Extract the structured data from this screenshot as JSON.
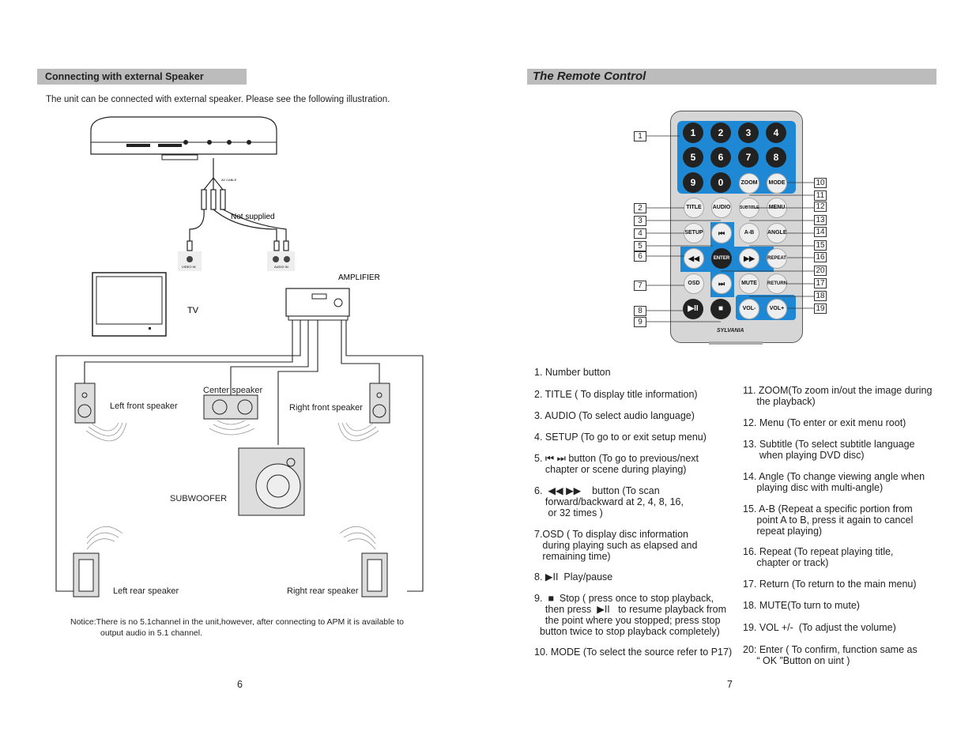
{
  "left_page": {
    "section_title": "Connecting with external Speaker",
    "intro": "The unit can be connected with external speaker. Please see the following illustration.",
    "labels": {
      "av_cable": "AV CABLE",
      "not_supplied": "Not supplied",
      "video_in": "VIDEO IN",
      "audio_in": "AUDIO IN",
      "amplifier": "AMPLIFIER",
      "tv": "TV",
      "left_front": "Left front speaker",
      "center": "Center speaker",
      "right_front": "Right front speaker",
      "subwoofer": "SUBWOOFER",
      "left_rear": "Left rear speaker",
      "right_rear": "Right rear speaker"
    },
    "notice_line1": "Notice:There is no 5.1channel in the unit,however, after connecting to APM it is available to",
    "notice_line2": "output audio in 5.1 channel.",
    "page_number": "6"
  },
  "right_page": {
    "section_title": "The Remote Control",
    "brand": "SYLVANIA",
    "remote_buttons": {
      "digits": [
        "1",
        "2",
        "3",
        "4",
        "5",
        "6",
        "7",
        "8",
        "9",
        "0"
      ],
      "zoom": "ZOOM",
      "mode": "MODE",
      "title": "TITLE",
      "audio": "AUDIO",
      "subtitle": "SUBTITLE",
      "menu": "MENU",
      "setup": "SETUP",
      "ab": "A-B",
      "angle": "ANGLE",
      "enter": "ENTER",
      "repeat": "REPEAT",
      "osd": "OSD",
      "mute": "MUTE",
      "return": "RETURN",
      "vol_minus": "VOL-",
      "vol_plus": "VOL+"
    },
    "callouts_left": [
      "1",
      "2",
      "3",
      "4",
      "5",
      "6",
      "7",
      "8",
      "9"
    ],
    "callouts_right": [
      "10",
      "11",
      "12",
      "13",
      "14",
      "15",
      "16",
      "20",
      "17",
      "18",
      "19"
    ],
    "items_left": [
      "1. Number button",
      "2. TITLE ( To display title information)",
      "3. AUDIO (To select audio language)",
      "4. SETUP (To go to or exit setup menu)",
      "5. ⏮ ⏭ button (To go to previous/next\n    chapter or scene during playing)",
      "6.  ◀◀ ▶▶    button (To scan\n    forward/backward at 2, 4, 8, 16,\n     or 32 times )",
      "7.OSD ( To display disc information\n   during playing such as elapsed and\n   remaining time)",
      "8. ▶II  Play/pause",
      "9.  ■  Stop ( press once to stop playback,\n    then press  ▶II   to resume playback from\n    the point where you stopped; press stop\n  button twice to stop playback completely)",
      "10. MODE (To select the source refer to P17)"
    ],
    "items_right": [
      "11. ZOOM(To zoom in/out the image during\n     the playback)",
      "12. Menu (To enter or exit menu root)",
      "13. Subtitle (To select subtitle language\n      when playing DVD disc)",
      "14. Angle (To change viewing angle when\n     playing disc with multi-angle)",
      "15. A-B (Repeat a specific portion from\n     point A to B, press it again to cancel\n     repeat playing)",
      "16. Repeat (To repeat playing title,\n     chapter or track)",
      "17. Return (To return to the main menu)",
      "18. MUTE(To turn to mute)",
      "19. VOL +/-  (To adjust the volume)",
      "20: Enter ( To confirm, function same as\n     “ OK ”Button on uint )"
    ],
    "page_number": "7"
  }
}
